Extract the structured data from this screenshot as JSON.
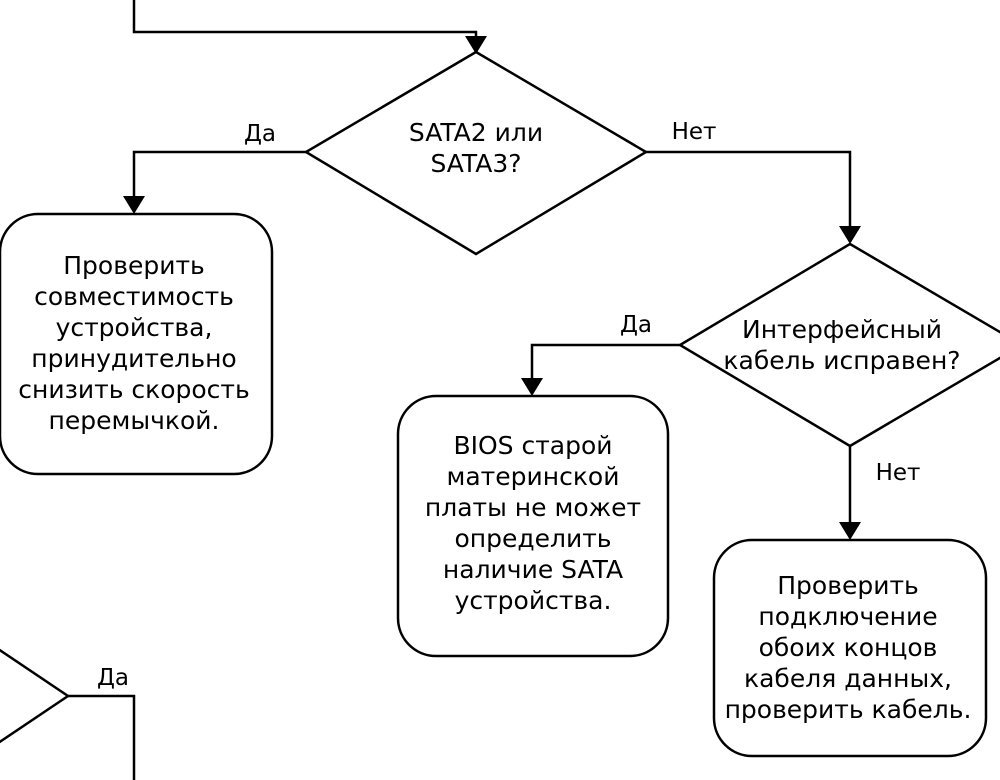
{
  "diagram": {
    "decisions": {
      "sata": {
        "lines": [
          "SATA2 или",
          "SATA3?"
        ]
      },
      "cable": {
        "lines": [
          "Интерфейсный",
          "кабель исправен?"
        ]
      },
      "partial": {
        "lines": []
      }
    },
    "actions": {
      "compat": {
        "lines": [
          "Проверить",
          "совместимость",
          "устройства,",
          "принудительно",
          "снизить скорость",
          "перемычкой."
        ]
      },
      "bios": {
        "lines": [
          "BIOS старой",
          "материнской",
          "платы не может",
          "определить",
          "наличие SATA",
          "устройства."
        ]
      },
      "check_cable": {
        "lines": [
          "Проверить",
          "подключение",
          "обоих концов",
          "кабеля данных,",
          "проверить кабель."
        ]
      }
    },
    "edge_labels": {
      "sata_yes": "Да",
      "sata_no": "Нет",
      "cable_yes": "Да",
      "cable_no": "Нет",
      "partial_yes": "Да"
    }
  }
}
